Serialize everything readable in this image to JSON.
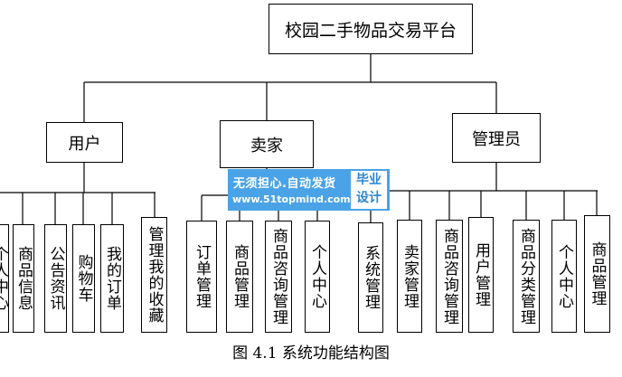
{
  "root": "校园二手物品交易平台",
  "groups": {
    "user": {
      "label": "用户",
      "children": [
        "个人中心",
        "商品信息",
        "公告资讯",
        "购物车",
        "我的订单",
        "管理我的收藏"
      ]
    },
    "seller": {
      "label": "卖家",
      "children": [
        "订单管理",
        "商品管理",
        "商品咨询管理",
        "个人中心"
      ]
    },
    "admin": {
      "label": "管理员",
      "children": [
        "系统管理",
        "卖家管理",
        "商品咨询管理",
        "用户管理",
        "商品分类管理",
        "个人中心",
        "商品管理"
      ]
    }
  },
  "caption": "图 4.1 系统功能结构图",
  "watermark": {
    "line1": "无须担心.自动发货",
    "line2": "www.51topmind.com",
    "side": "毕业设计"
  }
}
